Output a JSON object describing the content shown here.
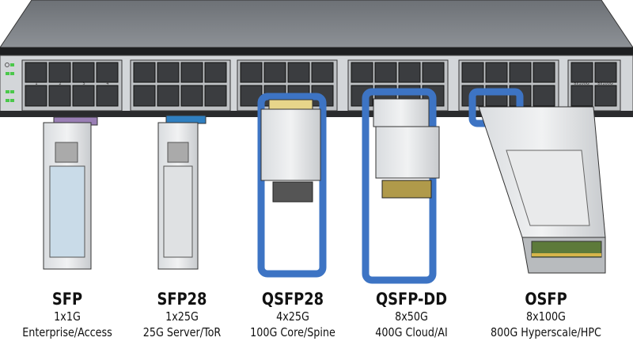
{
  "switch": {
    "port_labels_top": [
      "1",
      "2",
      "3",
      "4"
    ],
    "port_labels_osfp": [
      "8x100G",
      "8x100G"
    ]
  },
  "modules": [
    {
      "name": "SFP",
      "lanes": "1x1G",
      "use": "Enterprise/Access",
      "pull_tab_color": "#9a7fb5"
    },
    {
      "name": "SFP28",
      "lanes": "1x25G",
      "use": "25G Server/ToR",
      "pull_tab_color": "#2f7fc0"
    },
    {
      "name": "QSFP28",
      "lanes": "4x25G",
      "use": "100G Core/Spine",
      "pull_tab_color": "#3d74c4"
    },
    {
      "name": "QSFP-DD",
      "lanes": "8x50G",
      "use": "400G Cloud/AI",
      "pull_tab_color": "#3d74c4"
    },
    {
      "name": "OSFP",
      "lanes": "8x100G",
      "use": "800G Hyperscale/HPC",
      "pull_tab_color": "#3d74c4"
    }
  ]
}
